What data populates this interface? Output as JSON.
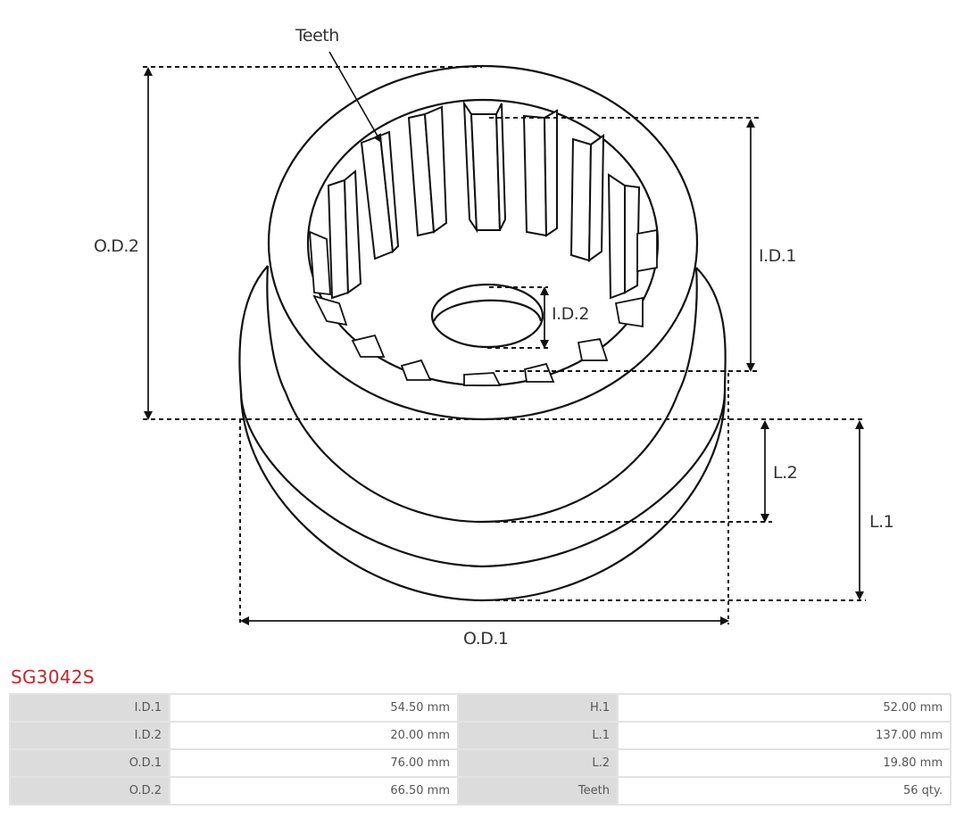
{
  "drawing": {
    "labels": {
      "teeth": "Teeth",
      "od2": "O.D.2",
      "id1": "I.D.1",
      "id2": "I.D.2",
      "l2": "L.2",
      "l1": "L.1",
      "od1": "O.D.1"
    }
  },
  "product": {
    "code": "SG3042S",
    "title_color": "#c1272d"
  },
  "specs": {
    "rows": [
      {
        "left_label": "I.D.1",
        "left_value": "54.50 mm",
        "right_label": "H.1",
        "right_value": "52.00 mm"
      },
      {
        "left_label": "I.D.2",
        "left_value": "20.00 mm",
        "right_label": "L.1",
        "right_value": "137.00 mm"
      },
      {
        "left_label": "O.D.1",
        "left_value": "76.00 mm",
        "right_label": "L.2",
        "right_value": "19.80 mm"
      },
      {
        "left_label": "O.D.2",
        "left_value": "66.50 mm",
        "right_label": "Teeth",
        "right_value": "56 qty."
      }
    ]
  }
}
